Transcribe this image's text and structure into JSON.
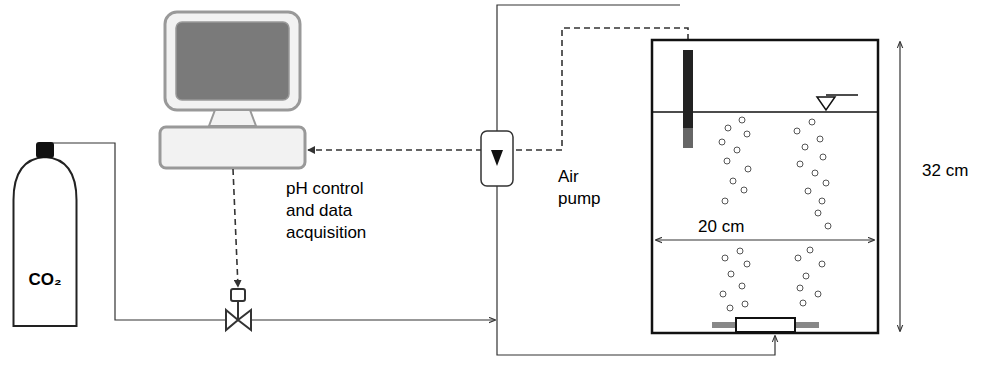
{
  "diagram": {
    "nodes": [
      {
        "text": [
          "CO₂"
        ]
      }
    ],
    "labels": [
      "pH control and data acquisition",
      "Air pump",
      "20 cm",
      "32 cm"
    ]
  }
}
